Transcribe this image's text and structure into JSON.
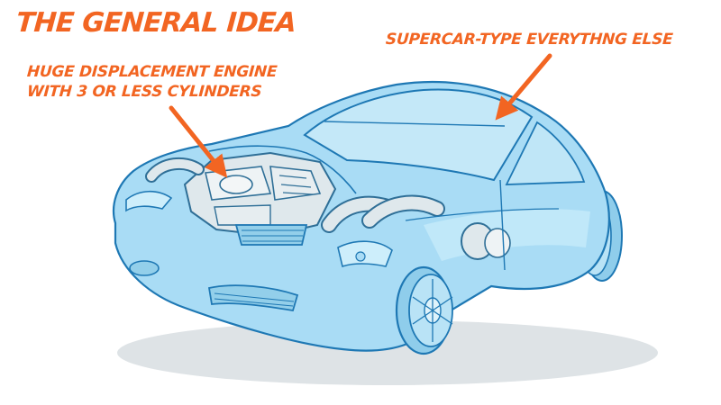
{
  "title": "THE GENERAL IDEA",
  "annotations": {
    "supercar": "SUPERCAR-TYPE EVERYTHNG ELSE",
    "engine_line1": "HUGE DISPLACEMENT ENGINE",
    "engine_line2": "WITH 3 OR LESS CYLINDERS"
  },
  "colors": {
    "accent": "#f26522",
    "body_fill": "#a9dcf5",
    "body_fill_light": "#cdeefb",
    "body_stroke": "#1e78b4",
    "shadow": "#cfd6db",
    "engine_fill": "#e4ebee"
  },
  "icons": {
    "arrow_engine": "arrow-icon",
    "arrow_supercar": "arrow-icon"
  }
}
